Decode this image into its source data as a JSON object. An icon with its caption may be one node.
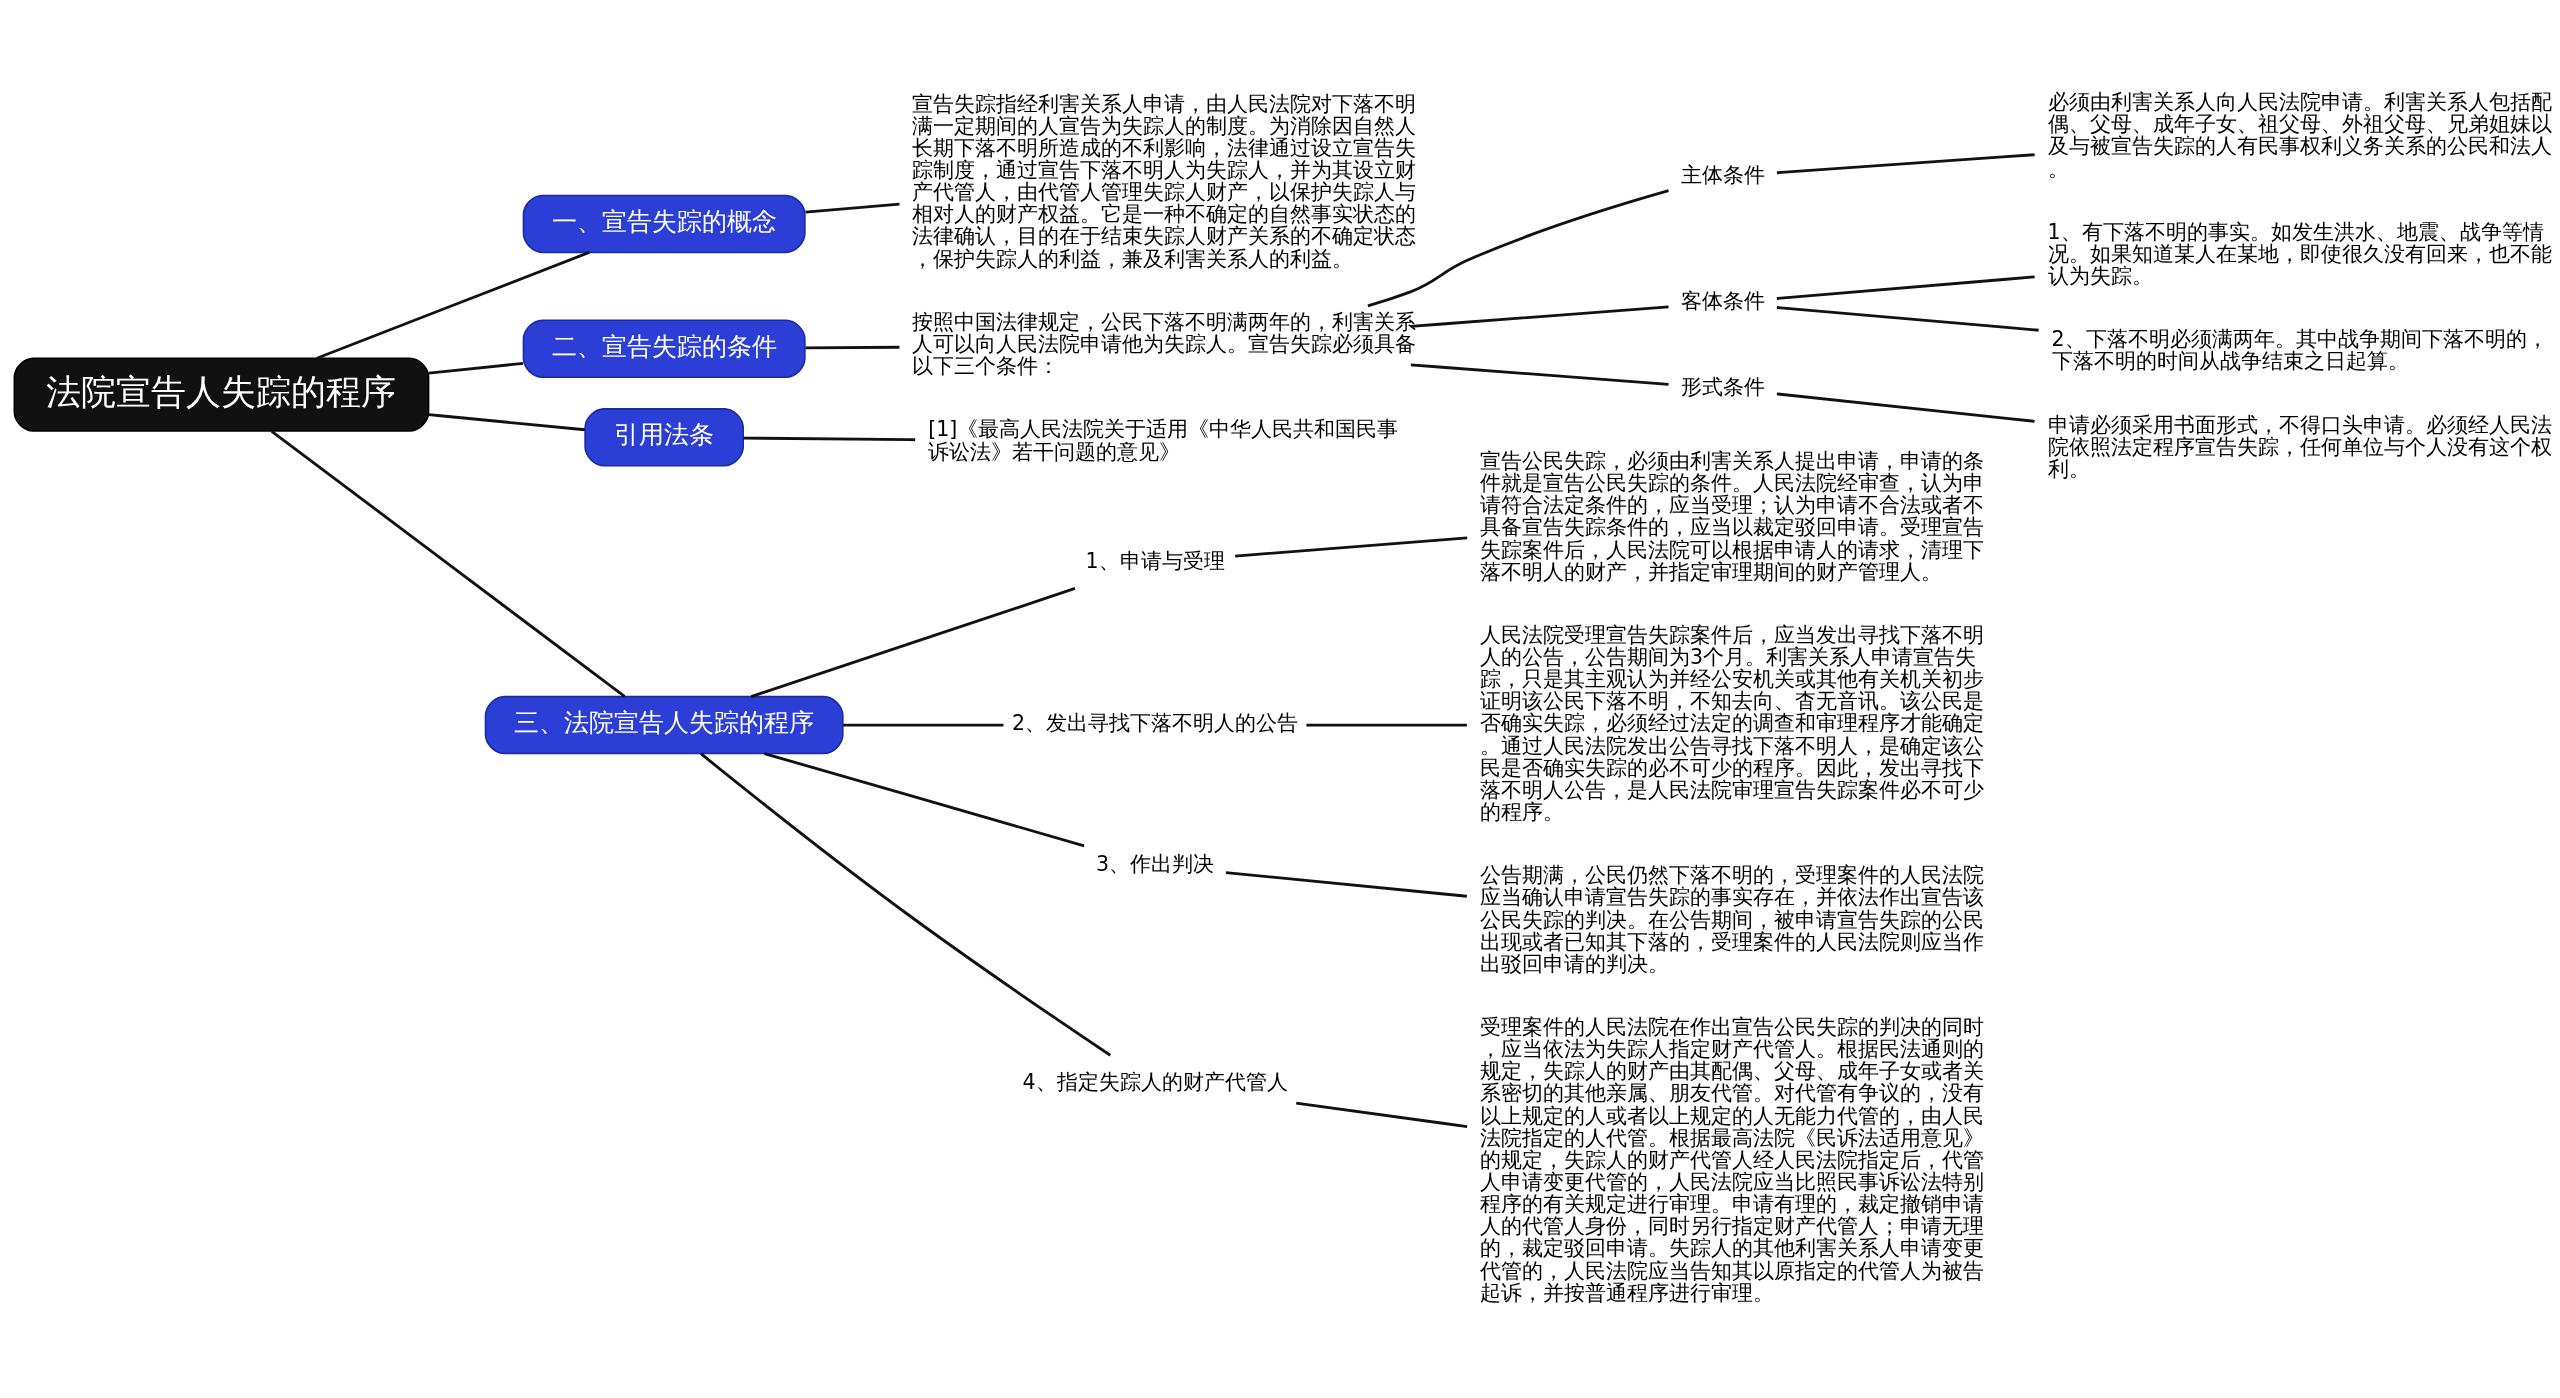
{
  "diagram": {
    "nodes": [
      {
        "text": [
          "法院宣告人失踪的程序"
        ]
      },
      {
        "text": [
          "一、宣告失踪的概念"
        ]
      },
      {
        "text": [
          "宣告失踪指经利害关系人申请，由人民法院对下落不明满一定期间的人宣告为失踪人的制度。为消除因自然人长期下落不明所造成的不利影响，法律通过设立宣告失踪制度，通过宣告下落不明人为失踪人，并为其设立财产代管人，由代管人管理失踪人财产，以保护失踪人与相对人的财产权益。它是一种不确定的自然事实状态的法律确认，目的在于结束失踪人财产关系的不确定状态，保护失踪人的利益，兼及利害关系人的利益。"
        ]
      },
      {
        "text": [
          "二、宣告失踪的条件"
        ]
      },
      {
        "text": [
          "按照中国法律规定，公民下落不明满两年的，利害关系人可以向人民法院申请他为失踪人。宣告失踪必须具备以下三个条件："
        ]
      },
      {
        "text": [
          "主体条件"
        ]
      },
      {
        "text": [
          "必须由利害关系人向人民法院申请。利害关系人包括配偶、父母、成年子女、祖父母、外祖父母、兄弟姐妹以及与被宣告失踪的人有民事权利义务关系的公民和法人。"
        ]
      },
      {
        "text": [
          "客体条件"
        ]
      },
      {
        "text": [
          "1、有下落不明的事实。如发生洪水、地震、战争等情况。如果知道某人在某地，即使很久没有回来，也不能认为失踪。"
        ]
      },
      {
        "text": [
          "2、下落不明必须满两年。其中战争期间下落不明的，下落不明的时间从战争结束之日起算。"
        ]
      },
      {
        "text": [
          "形式条件"
        ]
      },
      {
        "text": [
          "申请必须采用书面形式，不得口头申请。必须经人民法院依照法定程序宣告失踪，任何单位与个人没有这个权利。"
        ]
      },
      {
        "text": [
          "引用法条"
        ]
      },
      {
        "text": [
          "[1]《最高人民法院关于适用《中华人民共和国民事诉讼法》若干问题的意见》"
        ]
      },
      {
        "text": [
          "三、法院宣告人失踪的程序"
        ]
      },
      {
        "text": [
          "1、申请与受理"
        ]
      },
      {
        "text": [
          "宣告公民失踪，必须由利害关系人提出申请，申请的条件就是宣告公民失踪的条件。人民法院经审查，认为申请符合法定条件的，应当受理；认为申请不合法或者不具备宣告失踪条件的，应当以裁定驳回申请。受理宣告失踪案件后，人民法院可以根据申请人的请求，清理下落不明人的财产，并指定审理期间的财产管理人。"
        ]
      },
      {
        "text": [
          "2、发出寻找下落不明人的公告"
        ]
      },
      {
        "text": [
          "人民法院受理宣告失踪案件后，应当发出寻找下落不明人的公告，公告期间为3个月。利害关系人申请宣告失踪，只是其主观认为并经公安机关或其他有关机关初步证明该公民下落不明，不知去向、杳无音讯。该公民是否确实失踪，必须经过法定的调查和审理程序才能确定。通过人民法院发出公告寻找下落不明人，是确定该公民是否确实失踪的必不可少的程序。因此，发出寻找下落不明人公告，是人民法院审理宣告失踪案件必不可少的程序。"
        ]
      },
      {
        "text": [
          "3、作出判决"
        ]
      },
      {
        "text": [
          "公告期满，公民仍然下落不明的，受理案件的人民法院应当确认申请宣告失踪的事实存在，并依法作出宣告该公民失踪的判决。在公告期间，被申请宣告失踪的公民出现或者已知其下落的，受理案件的人民法院则应当作出驳回申请的判决。"
        ]
      },
      {
        "text": [
          "4、指定失踪人的财产代管人"
        ]
      },
      {
        "text": [
          "受理案件的人民法院在作出宣告公民失踪的判决的同时，应当依法为失踪人指定财产代管人。根据民法通则的规定，失踪人的财产由其配偶、父母、成年子女或者关系密切的其他亲属、朋友代管。对代管有争议的，没有以上规定的人或者以上规定的人无能力代管的，由人民法院指定的人代管。根据最高法院《民诉法适用意见》的规定，失踪人的财产代管人经人民法院指定后，代管人申请变更代管的，人民法院应当比照民事诉讼法特别程序的有关规定进行审理。申请有理的，裁定撤销申请人的代管人身份，同时另行指定财产代管人；申请无理的，裁定驳回申请。失踪人的其他利害关系人申请变更代管的，人民法院应当告知其以原指定的代管人为被告起诉，并按普通程序进行审理。"
        ]
      }
    ],
    "edges": [
      {
        "from": 0,
        "to": 1,
        "arrow": "none"
      },
      {
        "from": 1,
        "to": 2,
        "arrow": "none"
      },
      {
        "from": 0,
        "to": 3,
        "arrow": "none"
      },
      {
        "from": 3,
        "to": 4,
        "arrow": "none"
      },
      {
        "from": 4,
        "to": 5,
        "arrow": "none"
      },
      {
        "from": 5,
        "to": 6,
        "arrow": "none"
      },
      {
        "from": 4,
        "to": 7,
        "arrow": "none"
      },
      {
        "from": 7,
        "to": 8,
        "arrow": "none"
      },
      {
        "from": 7,
        "to": 9,
        "arrow": "none"
      },
      {
        "from": 4,
        "to": 10,
        "arrow": "none"
      },
      {
        "from": 10,
        "to": 11,
        "arrow": "none"
      },
      {
        "from": 0,
        "to": 12,
        "arrow": "none"
      },
      {
        "from": 12,
        "to": 13,
        "arrow": "none"
      },
      {
        "from": 0,
        "to": 14,
        "arrow": "none"
      },
      {
        "from": 14,
        "to": 15,
        "arrow": "none"
      },
      {
        "from": 15,
        "to": 16,
        "arrow": "none"
      },
      {
        "from": 14,
        "to": 17,
        "arrow": "none"
      },
      {
        "from": 17,
        "to": 18,
        "arrow": "none"
      },
      {
        "from": 14,
        "to": 19,
        "arrow": "none"
      },
      {
        "from": 19,
        "to": 20,
        "arrow": "none"
      },
      {
        "from": 14,
        "to": 21,
        "arrow": "none"
      },
      {
        "from": 21,
        "to": 22,
        "arrow": "none"
      }
    ]
  }
}
